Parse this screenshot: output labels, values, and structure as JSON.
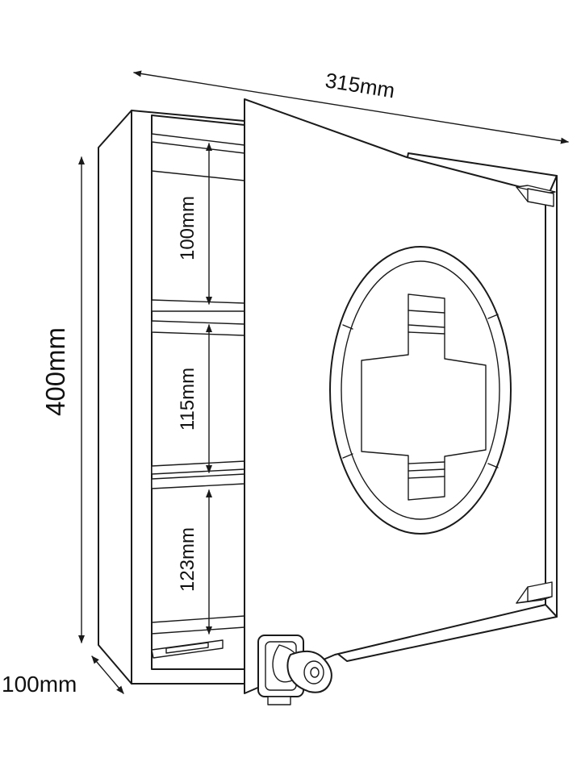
{
  "dimensions": {
    "width_label": "315mm",
    "height_label": "400mm",
    "depth_label": "100mm",
    "shelf_top_label": "100mm",
    "shelf_middle_label": "115mm",
    "shelf_bottom_label": "123mm"
  },
  "icons": {
    "door_emblem": "medical-cross-icon",
    "knob": "door-knob-icon"
  }
}
